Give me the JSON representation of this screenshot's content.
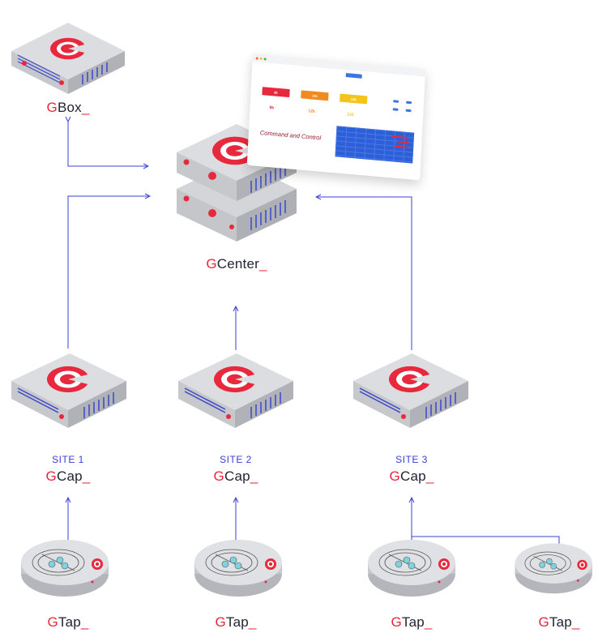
{
  "nodes": {
    "gbox": {
      "prefix": "G",
      "name": "Box",
      "suffix": "_"
    },
    "gcenter": {
      "prefix": "G",
      "name": "Center",
      "suffix": "_"
    },
    "gcap1": {
      "site": "SITE 1",
      "prefix": "G",
      "name": "Cap",
      "suffix": "_"
    },
    "gcap2": {
      "site": "SITE 2",
      "prefix": "G",
      "name": "Cap",
      "suffix": "_"
    },
    "gcap3": {
      "site": "SITE 3",
      "prefix": "G",
      "name": "Cap",
      "suffix": "_"
    },
    "gtap1": {
      "prefix": "G",
      "name": "Tap",
      "suffix": "_"
    },
    "gtap2": {
      "prefix": "G",
      "name": "Tap",
      "suffix": "_"
    },
    "gtap3": {
      "prefix": "G",
      "name": "Tap",
      "suffix": "_"
    },
    "gtap4": {
      "prefix": "G",
      "name": "Tap",
      "suffix": "_"
    }
  },
  "dashboard": {
    "title": "Command and Control",
    "kpi_values": [
      "8k",
      "12k",
      "128"
    ],
    "stat_values": [
      "8k",
      "12k",
      "120"
    ]
  },
  "colors": {
    "brand_red": "#e8283c",
    "connector_blue": "#3a3fd6",
    "device_body": "#d9dadd",
    "device_side": "#b9bbc0",
    "port_blue": "#3c47c9"
  },
  "icons": [
    "router-icon",
    "server-icon",
    "tap-sensor-icon",
    "arrow-icon",
    "logo-icon"
  ]
}
